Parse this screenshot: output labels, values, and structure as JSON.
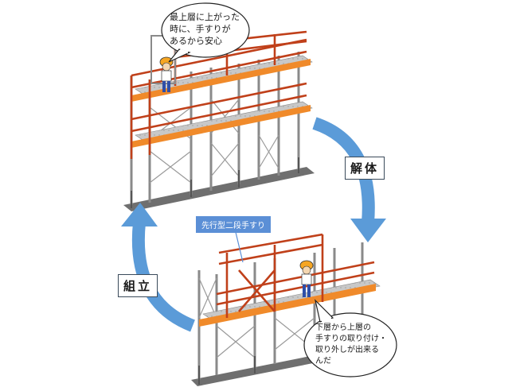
{
  "bubbles": {
    "top": "最上層に上がった\n時に、手すりが\nあるから安心",
    "bottom": "下層から上層の\n手すりの取り付け・\n取り外しが出来る\nんだ"
  },
  "labels": {
    "dismantle": "解体",
    "assemble": "組立",
    "guardrail_tag": "先行型二段手すり"
  },
  "colors": {
    "frame": "#c0401a",
    "platform": "#f08a2a",
    "steel": "#7a7a7a",
    "deck": "#bfbfbf",
    "arrow": "#5b9bd8",
    "tag": "#5b8fd6"
  },
  "icons": [
    "worker-figure-icon",
    "worker-figure-icon"
  ]
}
